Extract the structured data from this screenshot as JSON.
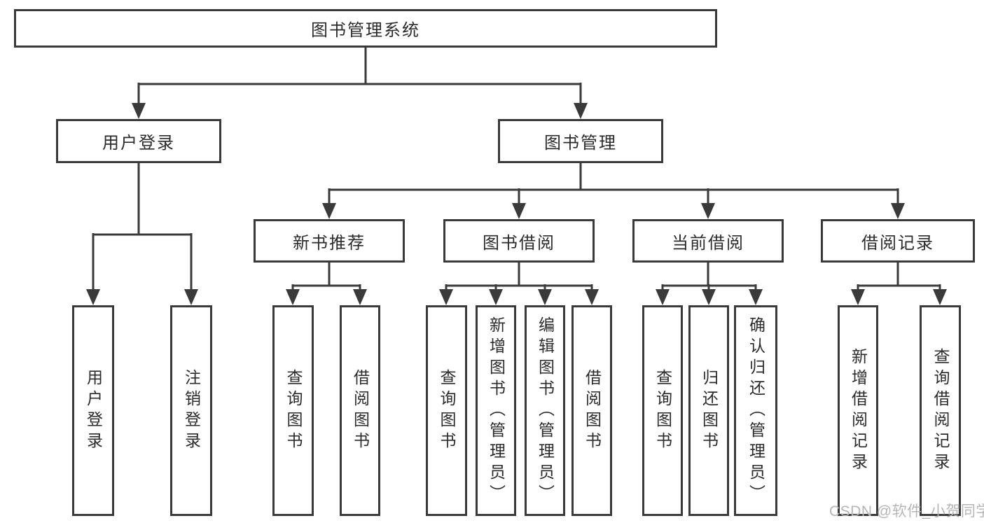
{
  "diagram": {
    "tree": {
      "label": "图书管理系统",
      "children": [
        {
          "label": "用户登录",
          "children": [
            {
              "label": "用户登录"
            },
            {
              "label": "注销登录"
            }
          ]
        },
        {
          "label": "图书管理",
          "children": [
            {
              "label": "新书推荐",
              "children": [
                {
                  "label": "查询图书"
                },
                {
                  "label": "借阅图书"
                }
              ]
            },
            {
              "label": "图书借阅",
              "children": [
                {
                  "label": "查询图书"
                },
                {
                  "label": "新增图书（管理员）"
                },
                {
                  "label": "编辑图书（管理员）"
                },
                {
                  "label": "借阅图书"
                }
              ]
            },
            {
              "label": "当前借阅",
              "children": [
                {
                  "label": "查询图书"
                },
                {
                  "label": "归还图书"
                },
                {
                  "label": "确认归还（管理员）"
                }
              ]
            },
            {
              "label": "借阅记录",
              "children": [
                {
                  "label": "新增借阅记录"
                },
                {
                  "label": "查询借阅记录"
                }
              ]
            }
          ]
        }
      ]
    },
    "colors": {
      "line": "#3a3a3a",
      "text": "#2b2b2b",
      "background": "#ffffff",
      "watermark": "#b6b6b6"
    }
  },
  "watermark": {
    "text": "CSDN @软件_小贺同学"
  }
}
